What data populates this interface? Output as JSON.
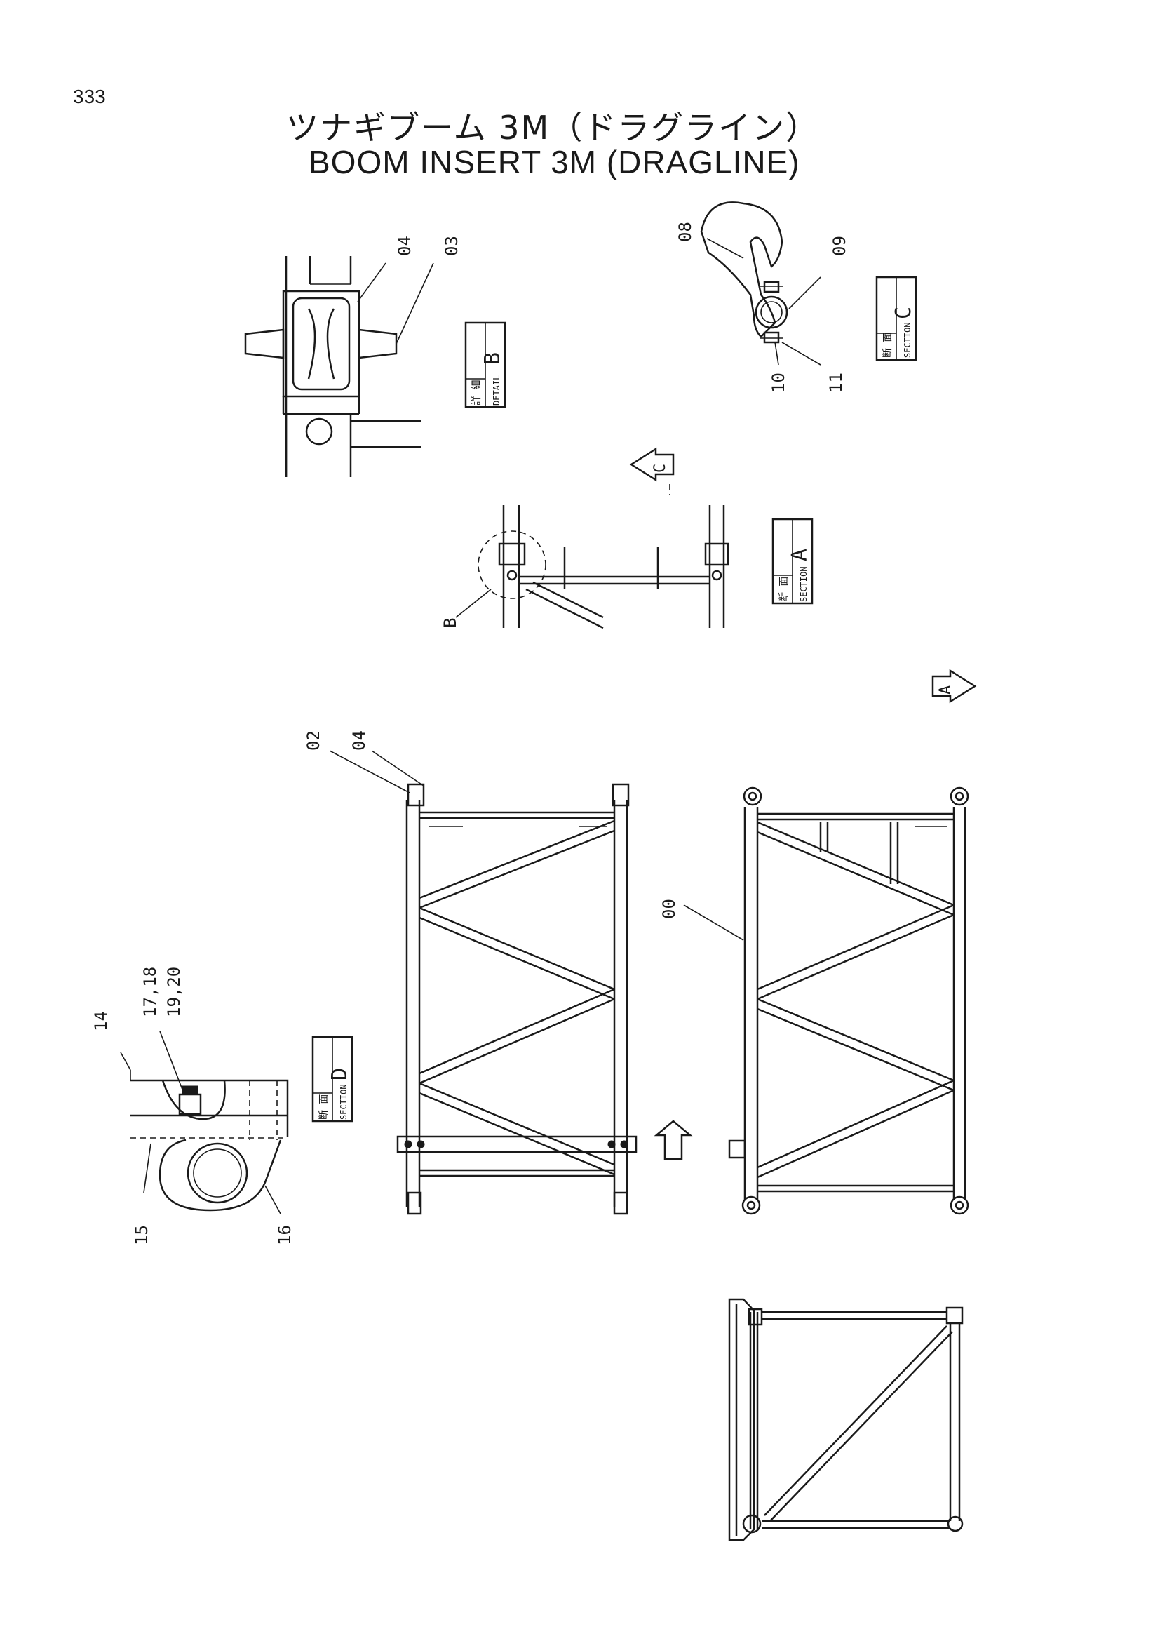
{
  "page_number": "333",
  "title_jp": "ツナギブーム 3M（ドラグライン）",
  "title_en": "BOOM INSERT 3M (DRAGLINE)",
  "part_callouts": {
    "p00": "00",
    "p02": "02",
    "p03": "03",
    "p04_detail": "04",
    "p04_main": "04",
    "p08": "08",
    "p09": "09",
    "p10": "10",
    "p11": "11",
    "p14": "14",
    "p15": "15",
    "p16": "16",
    "p17_18": "17,18",
    "p19_20": "19,20"
  },
  "view_labels": {
    "detail_b": {
      "jp": "詳 細",
      "en": "DETAIL",
      "letter": "B"
    },
    "section_c": {
      "jp": "断 面",
      "en": "SECTION",
      "letter": "C"
    },
    "section_a": {
      "jp": "断 面",
      "en": "SECTION",
      "letter": "A"
    },
    "section_d": {
      "jp": "断 面",
      "en": "SECTION",
      "letter": "D"
    }
  },
  "view_markers": {
    "arrow_c": "C",
    "arrow_a": "A",
    "circle_b": "B"
  }
}
